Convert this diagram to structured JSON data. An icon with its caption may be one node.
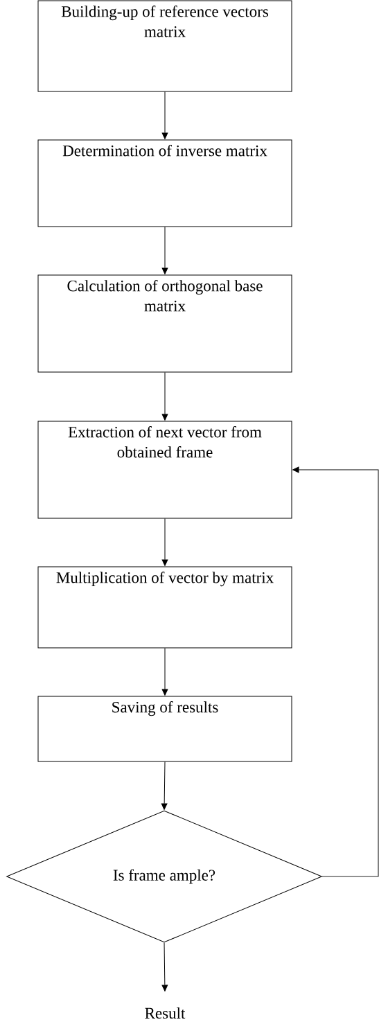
{
  "diagram": {
    "nodes": [
      {
        "text": [
          "Building-up of reference vectors matrix"
        ]
      },
      {
        "text": [
          "Determination of inverse matrix"
        ]
      },
      {
        "text": [
          "Calculation of orthogonal base matrix"
        ]
      },
      {
        "text": [
          "Extraction of next vector from obtained frame"
        ]
      },
      {
        "text": [
          "Multiplication of vector by matrix"
        ]
      },
      {
        "text": [
          "Saving of results"
        ]
      },
      {
        "text": [
          "Is frame ample?"
        ]
      },
      {
        "text": [
          "Result"
        ]
      }
    ],
    "edges": [
      {
        "from": 0,
        "to": 1,
        "arrow": "to"
      },
      {
        "from": 1,
        "to": 2,
        "arrow": "to"
      },
      {
        "from": 2,
        "to": 3,
        "arrow": "to"
      },
      {
        "from": 3,
        "to": 4,
        "arrow": "to"
      },
      {
        "from": 4,
        "to": 5,
        "arrow": "to"
      },
      {
        "from": 5,
        "to": 6,
        "arrow": "to"
      },
      {
        "from": 6,
        "to": 3,
        "arrow": "to"
      },
      {
        "from": 6,
        "to": 7,
        "arrow": "to"
      }
    ]
  }
}
